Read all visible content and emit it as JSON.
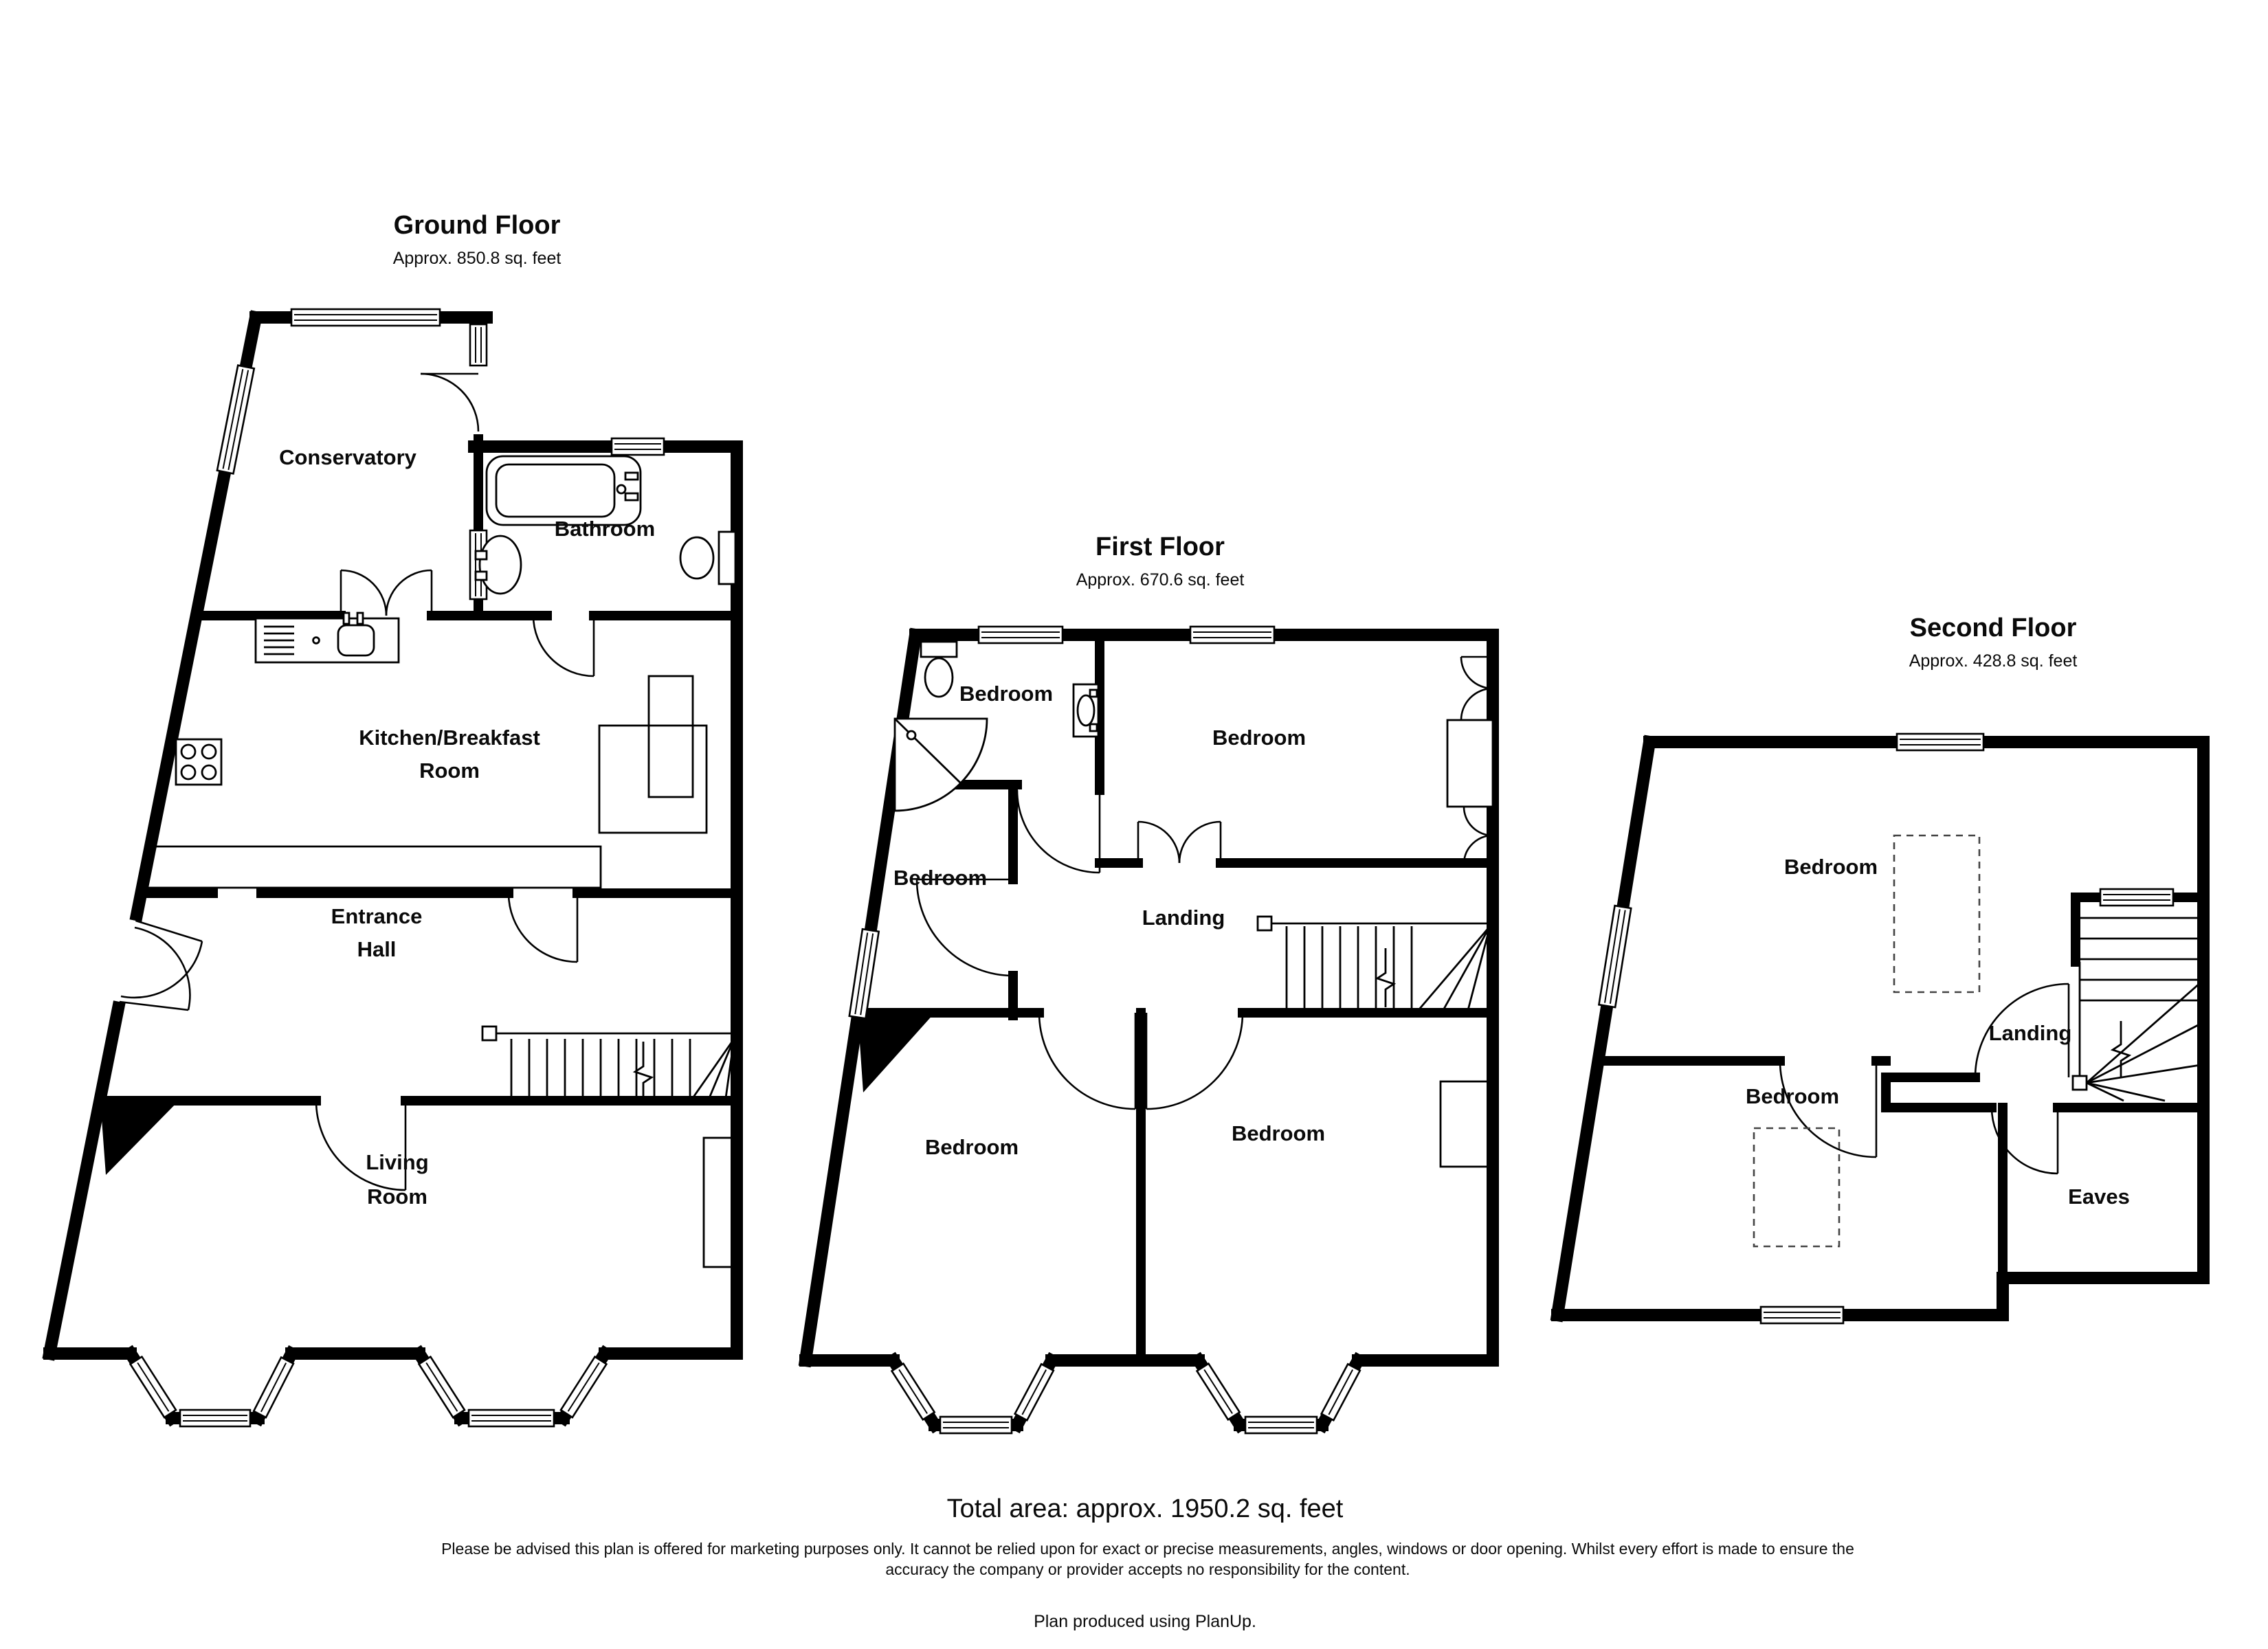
{
  "document_type": "floor-plan",
  "floors": [
    {
      "id": "ground-floor",
      "title": "Ground Floor",
      "area": "Approx. 850.8 sq. feet",
      "rooms": [
        {
          "name": "conservatory",
          "lines": [
            "Conservatory"
          ]
        },
        {
          "name": "bathroom",
          "lines": [
            "Bathroom"
          ]
        },
        {
          "name": "kitchen-breakfast-room",
          "lines": [
            "Kitchen/Breakfast",
            "Room"
          ]
        },
        {
          "name": "entrance-hall",
          "lines": [
            "Entrance",
            "Hall"
          ]
        },
        {
          "name": "living-room",
          "lines": [
            "Living",
            "Room"
          ]
        }
      ]
    },
    {
      "id": "first-floor",
      "title": "First Floor",
      "area": "Approx. 670.6 sq. feet",
      "rooms": [
        {
          "name": "bedroom-top-left",
          "lines": [
            "Bedroom"
          ]
        },
        {
          "name": "bedroom-top-right",
          "lines": [
            "Bedroom"
          ]
        },
        {
          "name": "bedroom-middle-left",
          "lines": [
            "Bedroom"
          ]
        },
        {
          "name": "landing",
          "lines": [
            "Landing"
          ]
        },
        {
          "name": "bedroom-bottom-left",
          "lines": [
            "Bedroom"
          ]
        },
        {
          "name": "bedroom-bottom-right",
          "lines": [
            "Bedroom"
          ]
        }
      ]
    },
    {
      "id": "second-floor",
      "title": "Second Floor",
      "area": "Approx. 428.8 sq. feet",
      "rooms": [
        {
          "name": "bedroom-top",
          "lines": [
            "Bedroom"
          ]
        },
        {
          "name": "landing",
          "lines": [
            "Landing"
          ]
        },
        {
          "name": "eaves",
          "lines": [
            "Eaves"
          ]
        },
        {
          "name": "bedroom-bottom",
          "lines": [
            "Bedroom"
          ]
        }
      ]
    }
  ],
  "summary": {
    "total_area": "Total area: approx. 1950.2 sq. feet",
    "disclaimer_line1": "Please be advised this plan is offered for marketing purposes only. It cannot be relied upon for exact or precise measurements, angles, windows or door opening. Whilst every effort is made to ensure the",
    "disclaimer_line2": "accuracy the company or provider accepts no responsibility for the content.",
    "credit": "Plan produced using PlanUp."
  },
  "colors": {
    "wall": "#000000",
    "background": "#ffffff"
  }
}
